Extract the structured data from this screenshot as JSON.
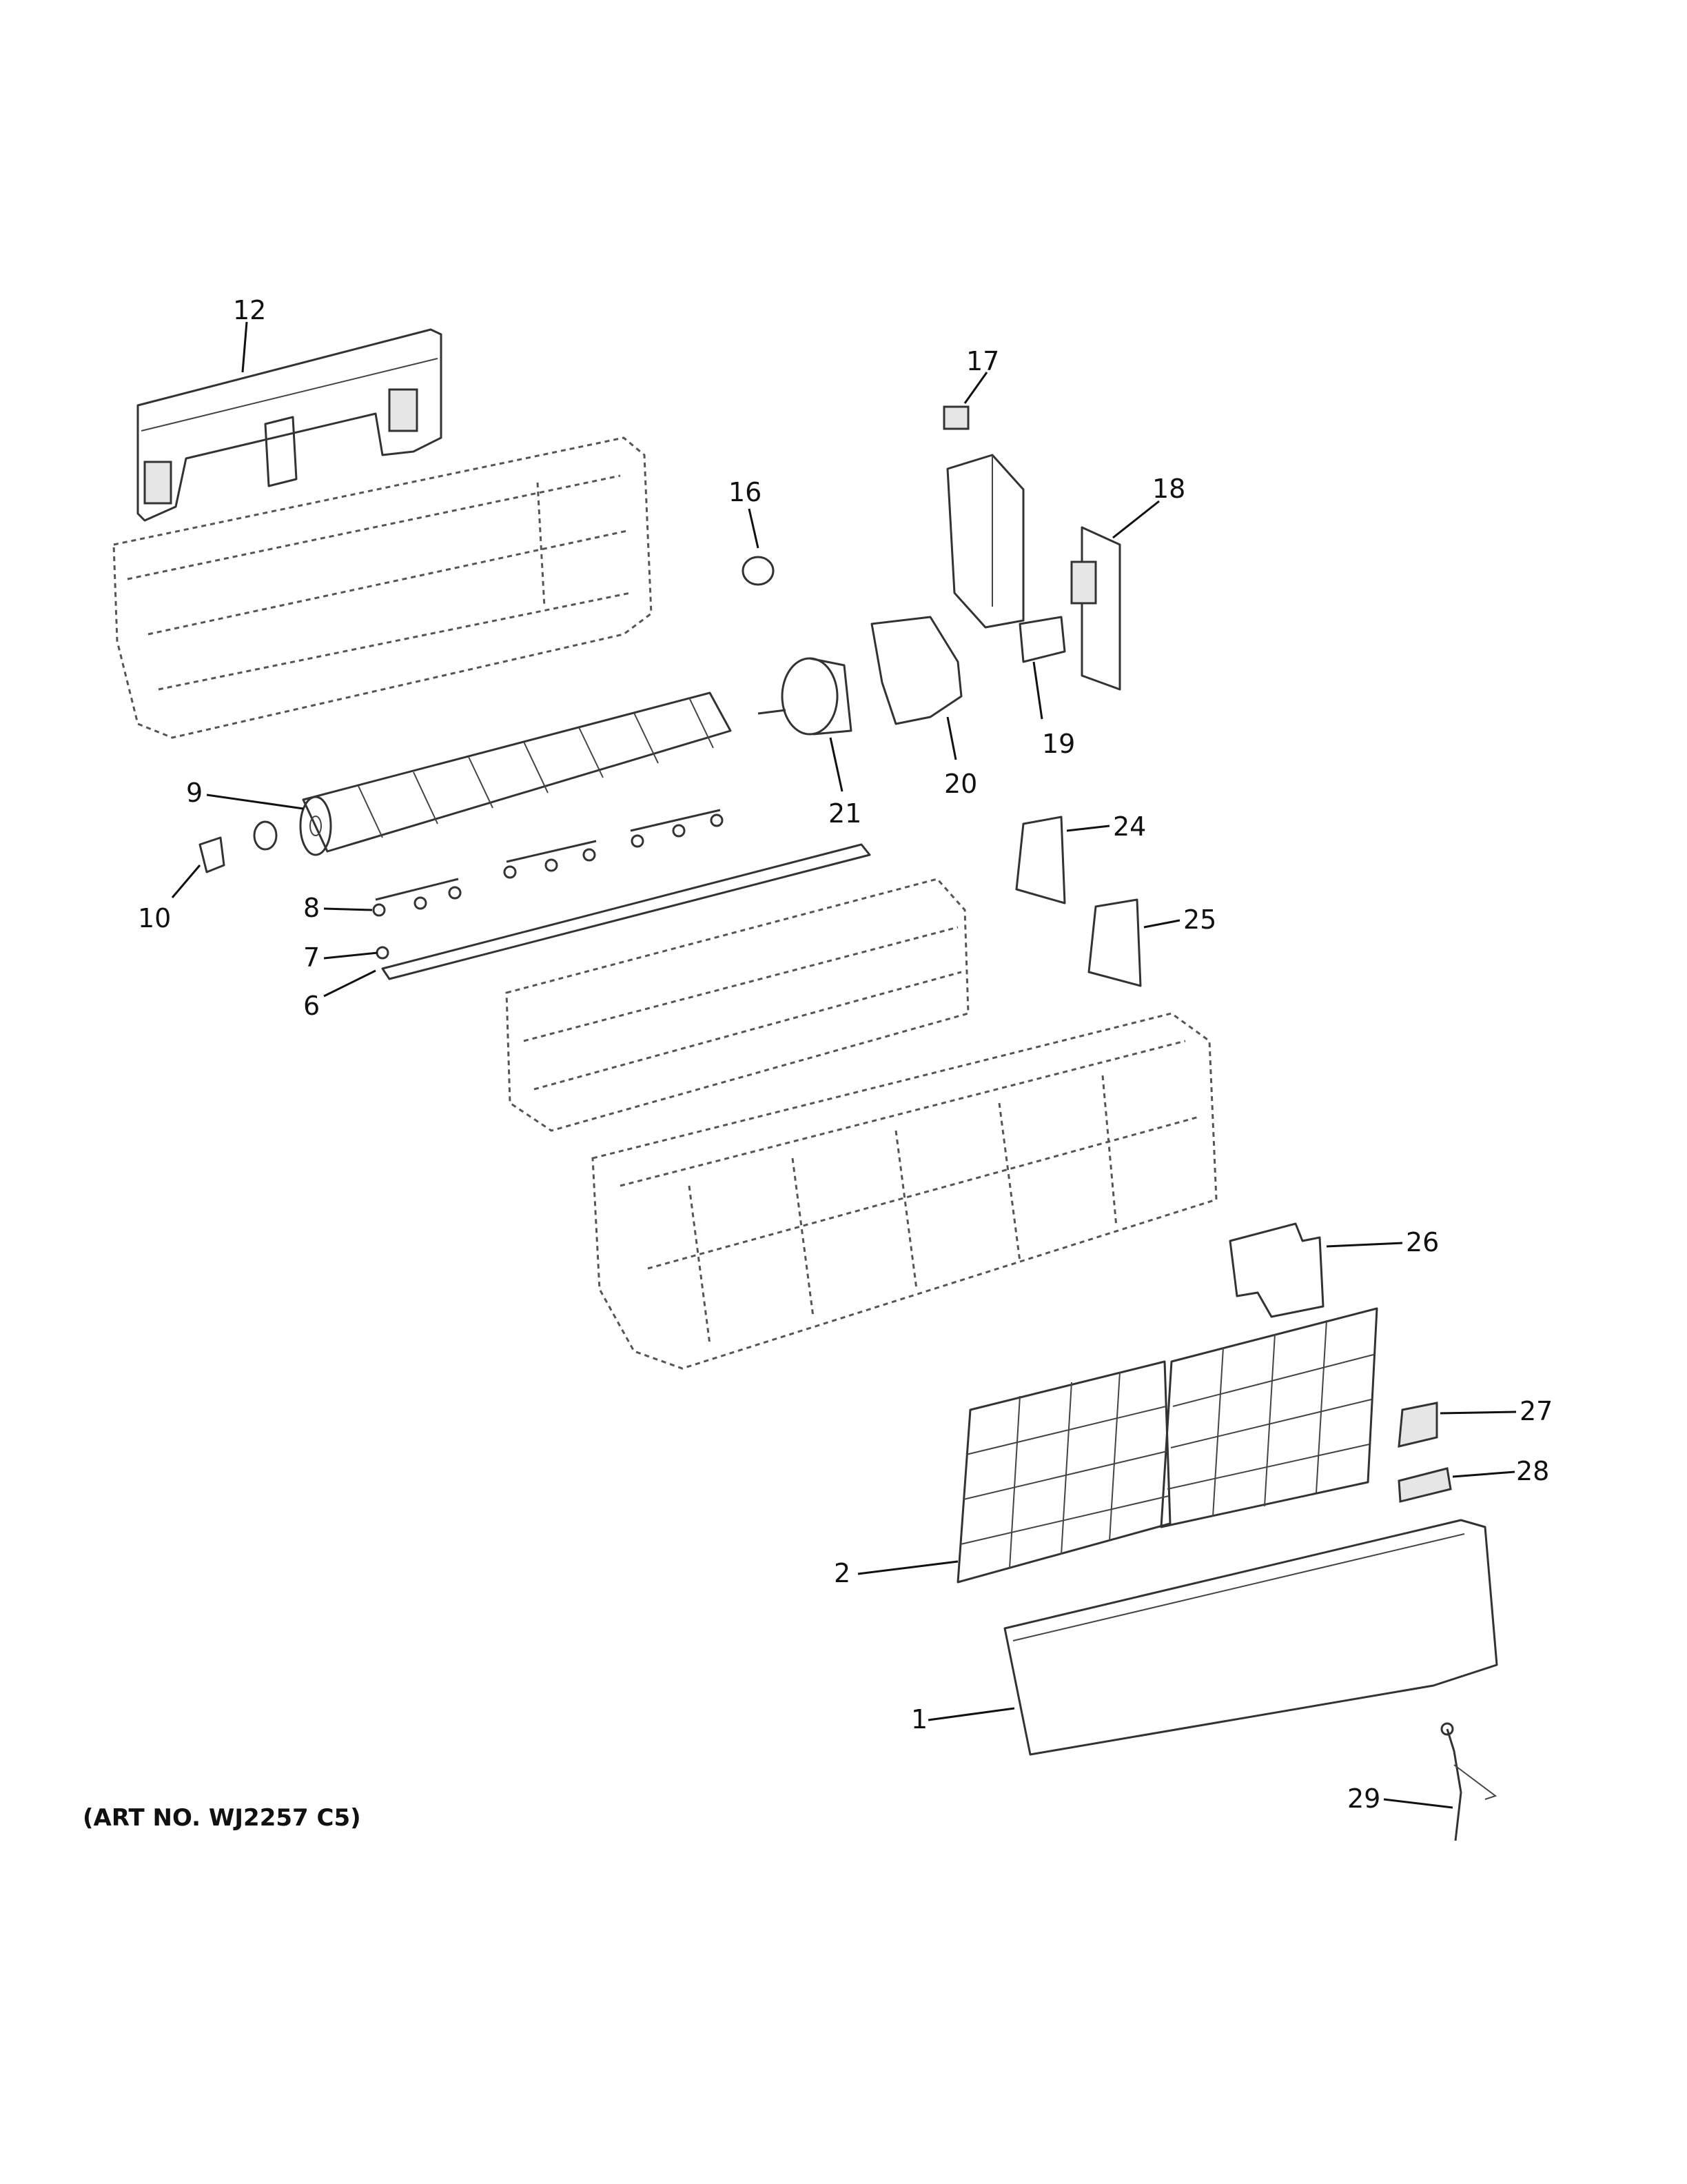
{
  "art_number": "(ART NO. WJ2257 C5)",
  "callouts": {
    "c1": "1",
    "c2": "2",
    "c6": "6",
    "c7": "7",
    "c8": "8",
    "c9": "9",
    "c10": "10",
    "c12": "12",
    "c16": "16",
    "c17": "17",
    "c18": "18",
    "c19": "19",
    "c20": "20",
    "c21": "21",
    "c24": "24",
    "c25": "25",
    "c26": "26",
    "c27": "27",
    "c28": "28",
    "c29": "29"
  }
}
